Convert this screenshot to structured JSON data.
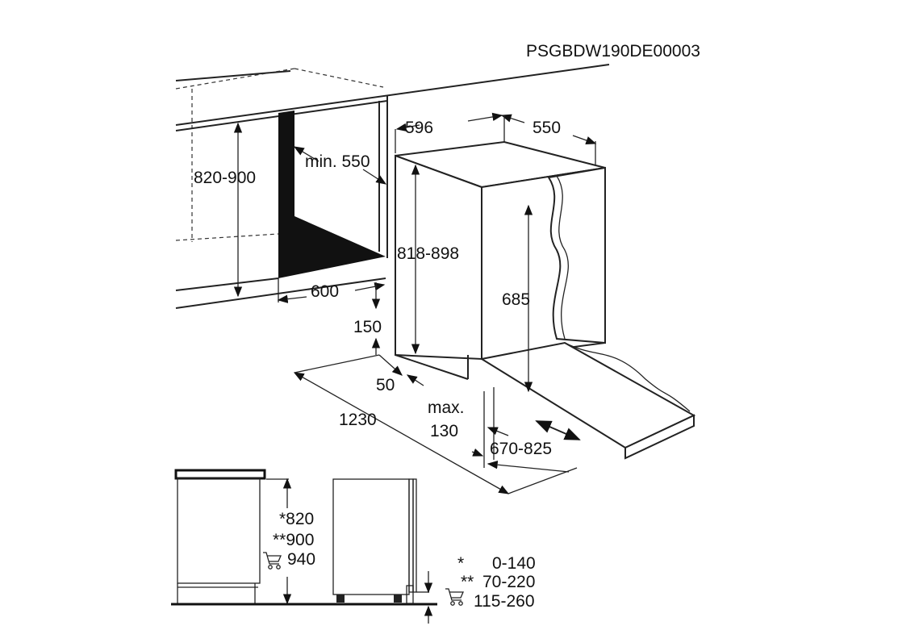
{
  "diagram": {
    "code": "PSGBDW190DE00003",
    "labels": {
      "w596": "596",
      "d550": "550",
      "min550": "min. 550",
      "h820_900": "820-900",
      "h818_898": "818-898",
      "w600": "600",
      "h685": "685",
      "d150": "150",
      "d50": "50",
      "d1230": "1230",
      "max": "max.",
      "d130": "130",
      "d670_825": "670-825"
    },
    "legend_heights": {
      "star": "*820",
      "double_star": "**900",
      "cart": "940"
    },
    "legend_plinth": {
      "star_mark": "*",
      "star_value": "0-140",
      "double_star_mark": "**",
      "double_star_value": "70-220",
      "cart_value": "115-260"
    }
  }
}
